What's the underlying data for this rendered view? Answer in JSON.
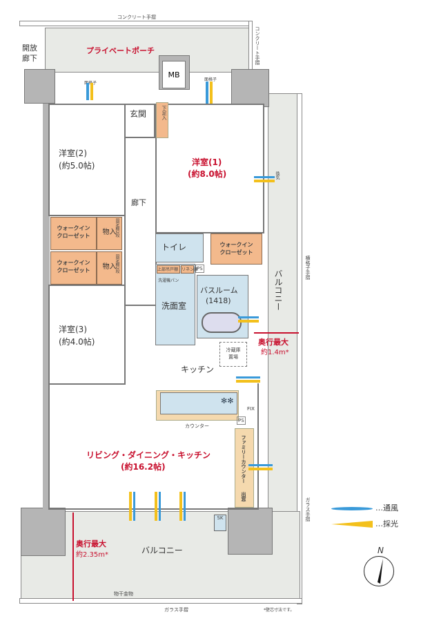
{
  "rails": {
    "top": "コンクリート手摺",
    "right_top": "コンクリート手摺",
    "right": "横格子手摺",
    "right_bottom": "ガラス手摺",
    "bottom": "ガラス手摺"
  },
  "corridor": "開放\n廊下",
  "porch": "プライベートポーチ",
  "mb": "MB",
  "genkan": "玄関",
  "geta": "下足入",
  "room2": {
    "name": "洋室(2)",
    "size": "(約5.0帖)"
  },
  "room1": {
    "name": "洋室(1)",
    "size": "(約8.0帖)"
  },
  "room3": {
    "name": "洋室(3)",
    "size": "(約4.0帖)"
  },
  "hallway": "廊下",
  "wic": "ウォークイン\nクローゼット",
  "storage": "物入",
  "shelf": "固定棚2段",
  "toilet": "トイレ",
  "ps": "PS",
  "upper_cabinet": "上部吊戸棚",
  "linen": "リネン庫",
  "washer_pan": "洗濯機パン",
  "washroom": "洗面室",
  "bath": {
    "name": "バスルーム",
    "size": "(1418)"
  },
  "fridge": "冷蔵庫\n置場",
  "kitchen": "キッチン",
  "counter": "カウンター",
  "family_counter": "ファミリーカウンター",
  "bay_window": "出窓",
  "ldk": {
    "name": "リビング・ダイニング・キッチン",
    "size": "(約16.2帖)"
  },
  "window_grille": "面格子",
  "fix": "FIX",
  "vent_window": "換気",
  "depth_right": {
    "t": "奥行最大",
    "v": "約1.4m*"
  },
  "depth_bottom": {
    "t": "奥行最大",
    "v": "約2.35m*"
  },
  "balcony": "バルコニー",
  "sk": "SK",
  "laundry_hanger": "物干金物",
  "note": "*壁芯寸法です。",
  "legend": {
    "wind": "…通風",
    "light": "…採光",
    "wind_color": "#3a9ad9",
    "light_color": "#f3c01c"
  },
  "compass": "N"
}
